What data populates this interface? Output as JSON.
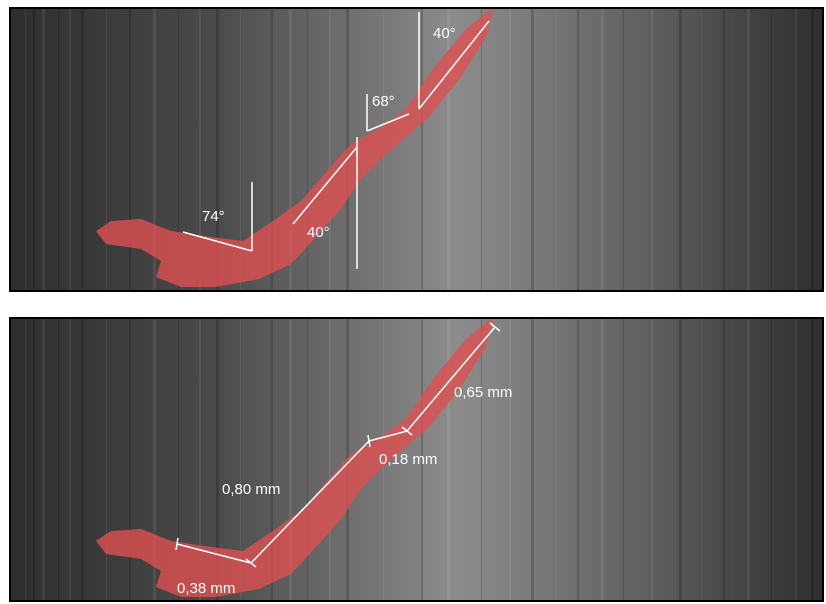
{
  "top_panel": {
    "angle_labels": [
      "40°",
      "68°",
      "74°",
      "40°"
    ]
  },
  "bottom_panel": {
    "length_labels": [
      "0,65 mm",
      "0,18 mm",
      "0,80 mm",
      "0,38 mm"
    ]
  },
  "colors": {
    "overlay": "#e05050",
    "background_dark": "#3a3a3a",
    "background_light": "#8a8a8a",
    "annotation": "#ffffff",
    "border": "#000000"
  }
}
